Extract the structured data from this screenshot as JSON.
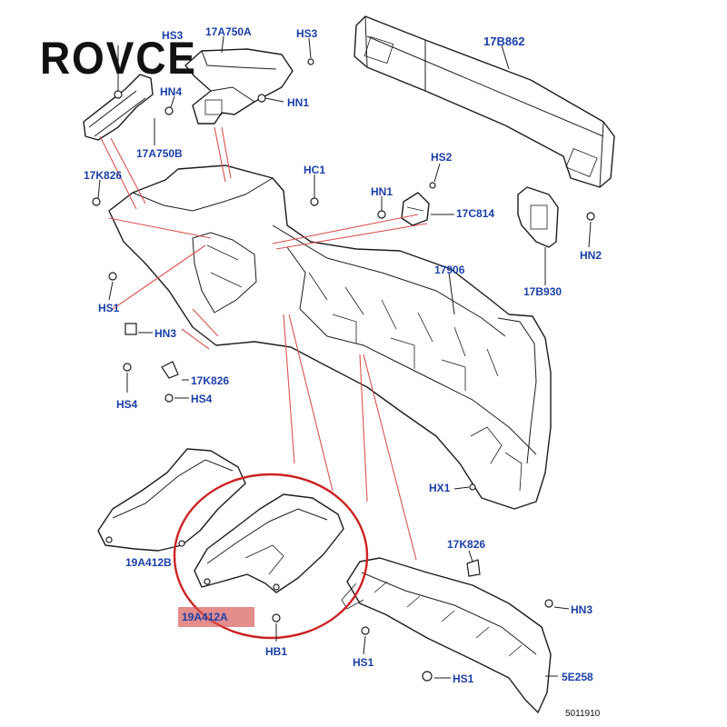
{
  "brand": {
    "logo_text": "ROVCE"
  },
  "diagram_ref": "5011910",
  "labels": {
    "hs3_top_left": "HS3",
    "p17a750a": "17A750A",
    "hs3_top": "HS3",
    "p17b862": "17B862",
    "hn4": "HN4",
    "hn1_top": "HN1",
    "p17a750b": "17A750B",
    "p17k826_left": "17K826",
    "hc1": "HC1",
    "hs2": "HS2",
    "hn1_mid": "HN1",
    "p17c814": "17C814",
    "hn2": "HN2",
    "p17906": "17906",
    "p17b930": "17B930",
    "hs1_left": "HS1",
    "hn3_left": "HN3",
    "p17k826_mid": "17K826",
    "hs4_left": "HS4",
    "hs4_mid": "HS4",
    "hx1": "HX1",
    "p17k826_right": "17K826",
    "p19a412b": "19A412B",
    "p19a412a": "19A412A",
    "hn3_right": "HN3",
    "hb1": "HB1",
    "hs1_bottom": "HS1",
    "hs1_bottom_right": "HS1",
    "p5e258": "5E258"
  },
  "colors": {
    "label": "#1a3fa8",
    "leader": "#d9534f",
    "highlight": "#cc2222",
    "line": "#1c1c1c"
  }
}
